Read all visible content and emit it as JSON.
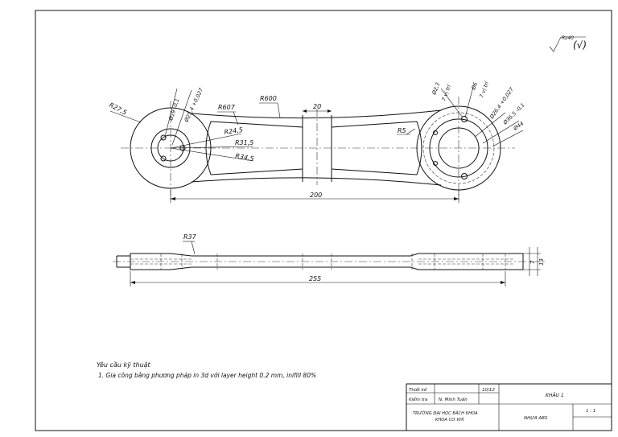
{
  "roughness": {
    "symbol": "Rz40",
    "suffix": "(√)"
  },
  "dimensions": {
    "r27_5": "R27,5",
    "d19": "Ø19 -0,1",
    "d25_4": "Ø25,4 +0,027",
    "r607": "R607",
    "r600": "R600",
    "w20": "20",
    "r24_5": "R24,5",
    "r31_5": "R31,5",
    "r34_5": "R34,5",
    "d2_3": "Ø2,3",
    "d2_3_depth": "7 vị trí",
    "d6": "Ø6",
    "d6_depth": "7 vị trí",
    "d26_4": "Ø26,4 +0,027",
    "d36_5": "Ø36,5 -0,1",
    "d44": "Ø44",
    "r5": "R5",
    "len200": "200",
    "r37": "R37",
    "len255": "255",
    "h13": "13",
    "h7": "7"
  },
  "notes": {
    "title": "Yêu cầu kỹ thuật",
    "item1": "1.   Gia công bằng phương pháp in 3d với layer height 0.2 mm, inifill 80%"
  },
  "title_block": {
    "designed_label": "Thiết kế",
    "checked_label": "Kiểm tra",
    "checker_name": "N. Minh Tuấn",
    "date": "10/12",
    "part_name": "KHÂU 1",
    "school_line1": "TRƯỜNG ĐẠI HỌC BÁCH KHOA",
    "school_line2": "KHOA CƠ KHÍ",
    "material": "NHỰA ABS",
    "scale": "1 : 1"
  }
}
